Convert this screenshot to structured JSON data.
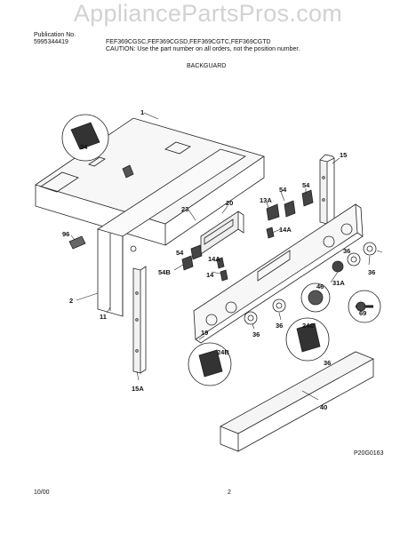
{
  "watermark": "AppliancePartsPros.com",
  "header": {
    "publication_label": "Publication No.",
    "publication_number": "5995344419",
    "models": "FEF369CGSC,FEF369CGSD,FEF369CGTC,FEF369CGTD",
    "caution": "CAUTION:  Use the part number on all orders, not the position number.",
    "title": "BACKGUARD"
  },
  "labels": {
    "l1": "1",
    "l2": "2",
    "l11": "11",
    "l13A": "13A",
    "l14a": "14A",
    "l14b": "14A",
    "l14c": "14",
    "l15": "15",
    "l15A": "15A",
    "l19": "19",
    "l20": "20",
    "l23": "23",
    "l24": "24",
    "l24B": "24B",
    "l24C": "24C",
    "l31A": "31A",
    "l36a": "36",
    "l36b": "36",
    "l36c": "36",
    "l36d": "36",
    "l36e": "36",
    "l40": "40",
    "l46": "46",
    "l54a": "54",
    "l54b": "54",
    "l54c": "54",
    "l54B": "54B",
    "l69": "69",
    "l96": "96"
  },
  "diagram_code": "P20G0163",
  "footer": {
    "date": "10/00",
    "page": "2"
  }
}
